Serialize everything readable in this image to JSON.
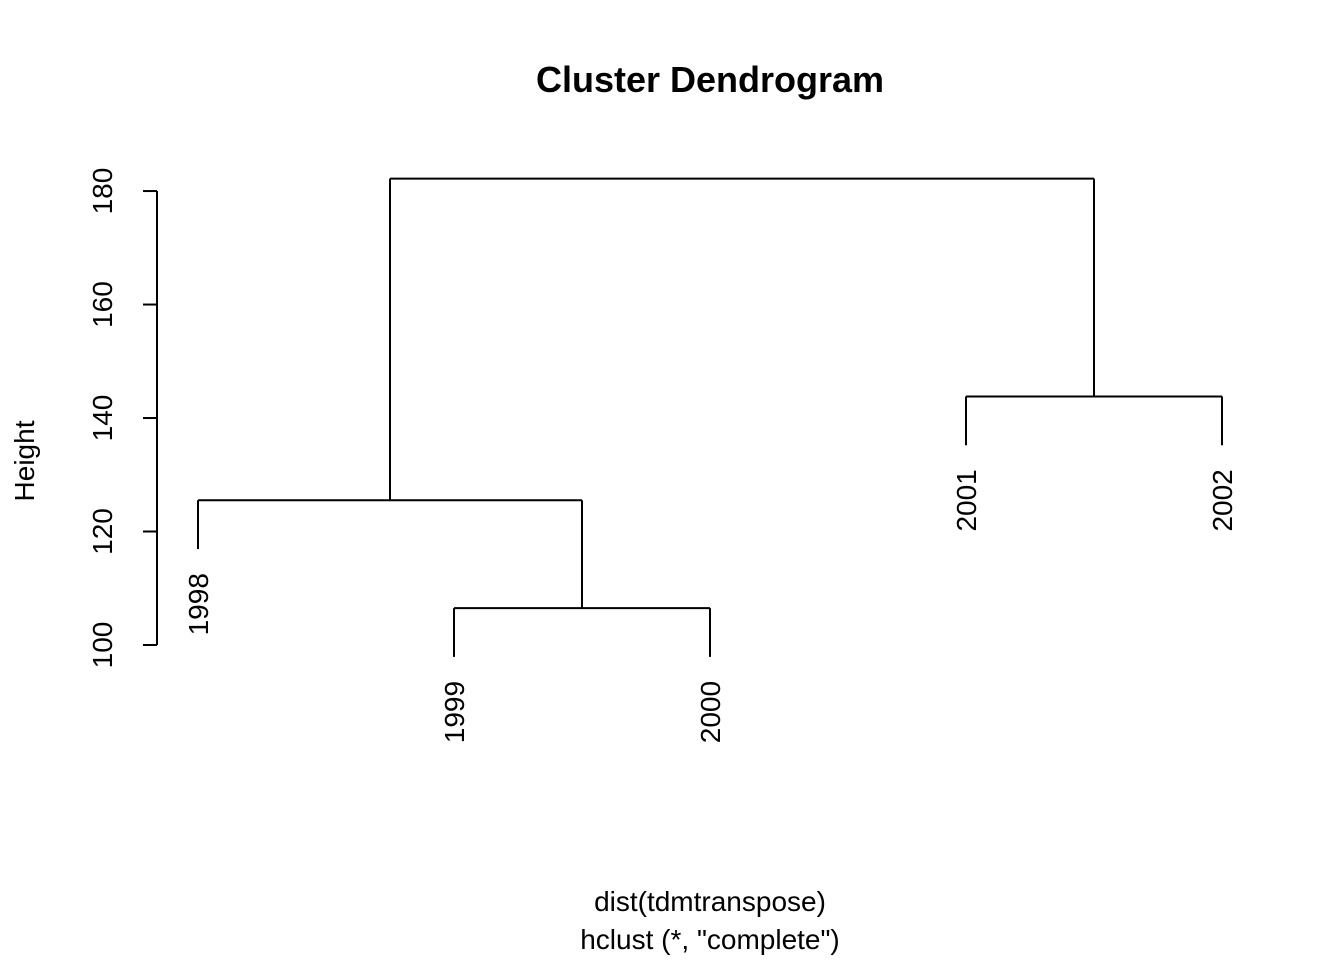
{
  "chart_data": {
    "type": "dendrogram",
    "title": "Cluster Dendrogram",
    "xlabel": "dist(tdmtranspose)",
    "sub": "hclust (*, \"complete\")",
    "ylabel": "Height",
    "ylim": [
      100,
      186
    ],
    "yticks": [
      100,
      120,
      140,
      160,
      180
    ],
    "leaves": [
      "1998",
      "1999",
      "2000",
      "2001",
      "2002"
    ],
    "merges": [
      {
        "left": "1999",
        "right": "2000",
        "height": 106.5
      },
      {
        "left": "2001",
        "right": "2002",
        "height": 143.8
      },
      {
        "left": "1998",
        "right": "1999+2000",
        "height": 125.5
      },
      {
        "left": "1998+1999+2000",
        "right": "2001+2002",
        "height": 182.2
      }
    ],
    "colors": {
      "line": "#000000",
      "background": "#ffffff"
    }
  }
}
